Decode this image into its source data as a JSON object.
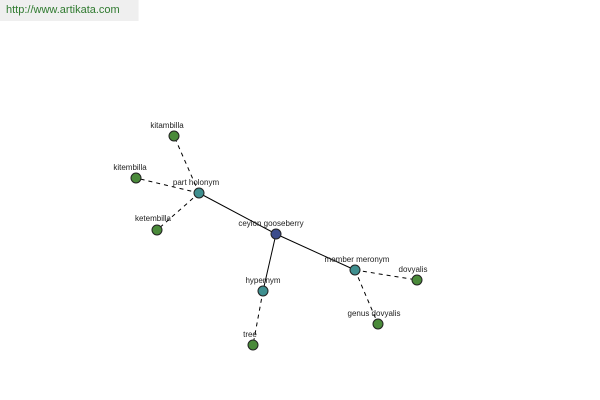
{
  "banner": {
    "url": "http://www.artikata.com"
  },
  "colors": {
    "root": "#3b4c8c",
    "relation": "#3f8f8f",
    "leaf": "#4a8a3a"
  },
  "graph": {
    "nodes": [
      {
        "id": "ceylon-gooseberry",
        "label": "ceylon gooseberry",
        "kind": "root"
      },
      {
        "id": "part-holonym",
        "label": "part holonym",
        "kind": "relation"
      },
      {
        "id": "member-meronym",
        "label": "member meronym",
        "kind": "relation"
      },
      {
        "id": "hypernym",
        "label": "hypernym",
        "kind": "relation"
      },
      {
        "id": "kitambilla",
        "label": "kitambilla",
        "kind": "leaf"
      },
      {
        "id": "kitembilla",
        "label": "kitembilla",
        "kind": "leaf"
      },
      {
        "id": "ketembilla",
        "label": "ketembilla",
        "kind": "leaf"
      },
      {
        "id": "dovyalis",
        "label": "dovyalis",
        "kind": "leaf"
      },
      {
        "id": "genus-dovyalis",
        "label": "genus dovyalis",
        "kind": "leaf"
      },
      {
        "id": "tree",
        "label": "tree",
        "kind": "leaf"
      }
    ],
    "edges": [
      {
        "from": "ceylon-gooseberry",
        "to": "part-holonym",
        "style": "solid"
      },
      {
        "from": "ceylon-gooseberry",
        "to": "member-meronym",
        "style": "solid"
      },
      {
        "from": "ceylon-gooseberry",
        "to": "hypernym",
        "style": "solid"
      },
      {
        "from": "part-holonym",
        "to": "kitambilla",
        "style": "dashed"
      },
      {
        "from": "part-holonym",
        "to": "kitembilla",
        "style": "dashed"
      },
      {
        "from": "part-holonym",
        "to": "ketembilla",
        "style": "dashed"
      },
      {
        "from": "member-meronym",
        "to": "dovyalis",
        "style": "dashed"
      },
      {
        "from": "member-meronym",
        "to": "genus-dovyalis",
        "style": "dashed"
      },
      {
        "from": "hypernym",
        "to": "tree",
        "style": "dashed"
      }
    ]
  }
}
